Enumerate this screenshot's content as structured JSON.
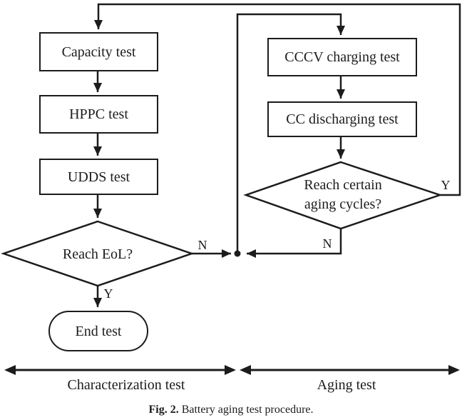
{
  "figure": {
    "caption": {
      "prefix": "Fig. 2.",
      "text": " Battery aging test procedure."
    }
  },
  "flowchart": {
    "characterization_branch": {
      "capacity": "Capacity test",
      "hppc": "HPPC test",
      "udds": "UDDS test",
      "eol_decision": "Reach EoL?",
      "end": "End test",
      "eol_no_label": "N",
      "eol_yes_label": "Y"
    },
    "aging_branch": {
      "cccv": "CCCV charging test",
      "cc_discharge": "CC discharging test",
      "aging_decision_line1": "Reach certain",
      "aging_decision_line2": "aging cycles?",
      "aging_yes_label": "Y",
      "aging_no_label": "N"
    },
    "phase_labels": {
      "left": "Characterization test",
      "right": "Aging test"
    },
    "colors": {
      "line": "#1c1c1c",
      "background": "#ffffff"
    }
  }
}
